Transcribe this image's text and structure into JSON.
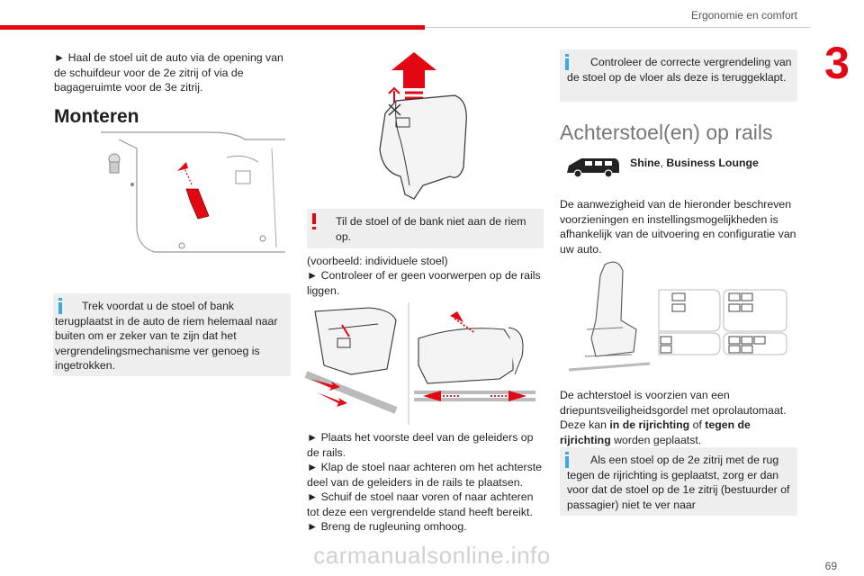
{
  "header": {
    "section_title": "Ergonomie en comfort",
    "chapter_number": "3",
    "page_number": "69"
  },
  "col1": {
    "intro": "► Haal de stoel uit de auto via de opening van de schuifdeur voor de 2e zitrij of via de bagageruimte voor de 3e zitrij.",
    "heading": "Monteren",
    "info": "Trek voordat u de stoel of bank terugplaatst in de auto de riem helemaal naar buiten om er zeker van te zijn dat het vergrendelingsmechanisme ver genoeg is ingetrokken."
  },
  "col2": {
    "warning": "Til de stoel of de bank niet aan de riem op.",
    "example_note": "(voorbeeld: individuele stoel)",
    "step_check": "► Controleer of er geen voorwerpen op de rails liggen.",
    "steps": [
      "► Plaats het voorste deel van de geleiders op de rails.",
      "► Klap de stoel naar achteren om het achterste deel van de geleiders in de rails te plaatsen.",
      "► Schuif de stoel naar voren of naar achteren tot deze een vergrendelde stand heeft bereikt.",
      "► Breng de rugleuning omhoog."
    ]
  },
  "col3": {
    "info_top": "Controleer de correcte vergrendeling van de stoel op de vloer als deze is teruggeklapt.",
    "heading": "Achterstoel(en) op rails",
    "version_label_a": "Shine",
    "version_label_sep": ", ",
    "version_label_b": "Business Lounge",
    "availability": "De aanwezigheid van de hieronder beschreven voorzieningen en instellingsmogelijkheden is afhankelijk van de uitvoering en configuratie van uw auto.",
    "belt_text_1": "De achterstoel is voorzien van een driepuntsveiligheidsgordel met oprolautomaat. Deze kan ",
    "belt_bold_1": "in de rijrichting",
    "belt_text_2": " of ",
    "belt_bold_2": "tegen de rijrichting",
    "belt_text_3": " worden geplaatst.",
    "info_bottom": "Als een stoel op de 2e zitrij met de rug tegen de rijrichting is geplaatst, zorg er dan voor dat de stoel op de 1e zitrij (bestuurder of passagier) niet te ver naar"
  },
  "watermark": "carmanualsonline.info",
  "colors": {
    "accent_red": "#e30613",
    "info_blue": "#3aa9e0",
    "box_grey": "#eeeeee"
  }
}
